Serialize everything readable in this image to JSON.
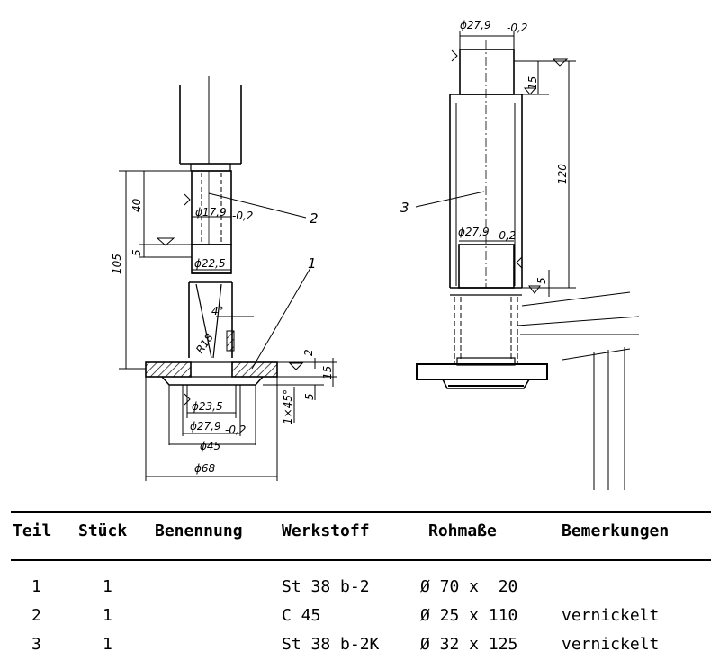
{
  "drawing": {
    "left_view": {
      "dims": {
        "d_top": "ϕ17,9",
        "d_top_tol": "-0,2",
        "d_mid": "ϕ22,5",
        "d_bore": "ϕ23,5",
        "d_bore2": "ϕ27,9",
        "d_bore2_tol": "-0,2",
        "d_collar": "ϕ45",
        "d_flange": "ϕ68",
        "h_40": "40",
        "h_5": "5",
        "h_105": "105",
        "h_2": "2",
        "h_5b": "5",
        "h_15": "15",
        "chamfer": "1×45°",
        "angle": "4°",
        "radius": "R18"
      },
      "callouts": {
        "part1": "1",
        "part2": "2"
      }
    },
    "right_view": {
      "dims": {
        "d_top": "ϕ27,9",
        "d_top_tol": "-0,2",
        "d_low": "ϕ27,9",
        "d_low_tol": "-0,2",
        "h_15": "15",
        "h_120": "120",
        "h_5": "5"
      },
      "callouts": {
        "part3": "3"
      }
    }
  },
  "parts_list": {
    "headers": [
      "Teil",
      "Stück",
      "Benennung",
      "Werkstoff",
      "Rohmaße",
      "Bemerkungen"
    ],
    "rows": [
      {
        "teil": "1",
        "stueck": "1",
        "benennung": "",
        "werkstoff": "St 38 b-2",
        "rohmasse": "Ø 70 x  20",
        "bemerkungen": ""
      },
      {
        "teil": "2",
        "stueck": "1",
        "benennung": "",
        "werkstoff": "C 45",
        "rohmasse": "Ø 25 x 110",
        "bemerkungen": "vernickelt"
      },
      {
        "teil": "3",
        "stueck": "1",
        "benennung": "",
        "werkstoff": "St 38 b-2K",
        "rohmasse": "Ø 32 x 125",
        "bemerkungen": "vernickelt"
      }
    ]
  }
}
